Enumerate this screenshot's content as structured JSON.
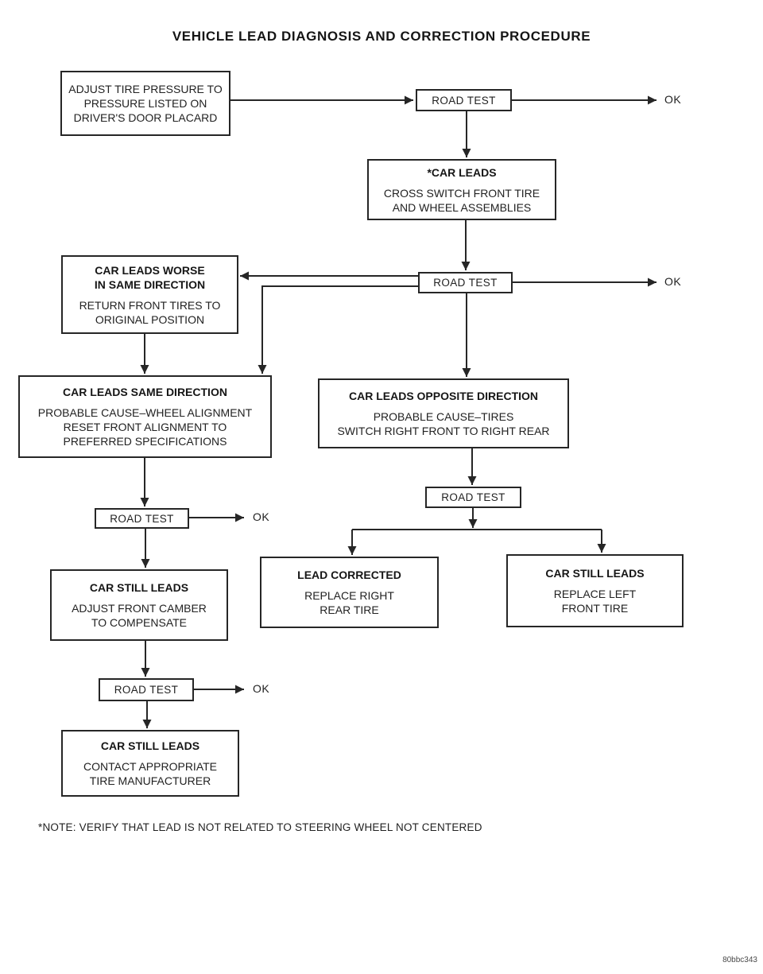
{
  "page": {
    "title": "VEHICLE LEAD DIAGNOSIS AND CORRECTION PROCEDURE",
    "note": "*NOTE: VERIFY THAT LEAD IS NOT RELATED TO STEERING WHEEL NOT CENTERED",
    "doc_code": "80bbc343"
  },
  "labels": {
    "road_test": "ROAD TEST",
    "ok": "OK"
  },
  "colors": {
    "line": "#262626",
    "text": "#1e1e1e",
    "background": "#ffffff"
  },
  "nodes": {
    "adjust_tire_pressure": {
      "body": "ADJUST TIRE PRESSURE TO\nPRESSURE LISTED ON\nDRIVER'S DOOR PLACARD"
    },
    "car_leads": {
      "title": "*CAR LEADS",
      "body": "CROSS SWITCH FRONT TIRE\nAND WHEEL ASSEMBLIES"
    },
    "car_leads_worse": {
      "title": "CAR LEADS WORSE\nIN SAME DIRECTION",
      "body": "RETURN FRONT TIRES TO\nORIGINAL POSITION"
    },
    "car_leads_same": {
      "title": "CAR LEADS SAME DIRECTION",
      "body": "PROBABLE CAUSE–WHEEL ALIGNMENT\nRESET FRONT ALIGNMENT TO\nPREFERRED SPECIFICATIONS"
    },
    "car_leads_opposite": {
      "title": "CAR LEADS OPPOSITE DIRECTION",
      "body": "PROBABLE CAUSE–TIRES\nSWITCH RIGHT FRONT TO RIGHT REAR"
    },
    "car_still_leads_camber": {
      "title": "CAR STILL LEADS",
      "body": "ADJUST FRONT CAMBER\nTO COMPENSATE"
    },
    "lead_corrected": {
      "title": "LEAD CORRECTED",
      "body": "REPLACE RIGHT\nREAR TIRE"
    },
    "car_still_leads_replace_left": {
      "title": "CAR STILL LEADS",
      "body": "REPLACE LEFT\nFRONT TIRE"
    },
    "car_still_leads_contact": {
      "title": "CAR STILL LEADS",
      "body": "CONTACT APPROPRIATE\nTIRE MANUFACTURER"
    }
  }
}
